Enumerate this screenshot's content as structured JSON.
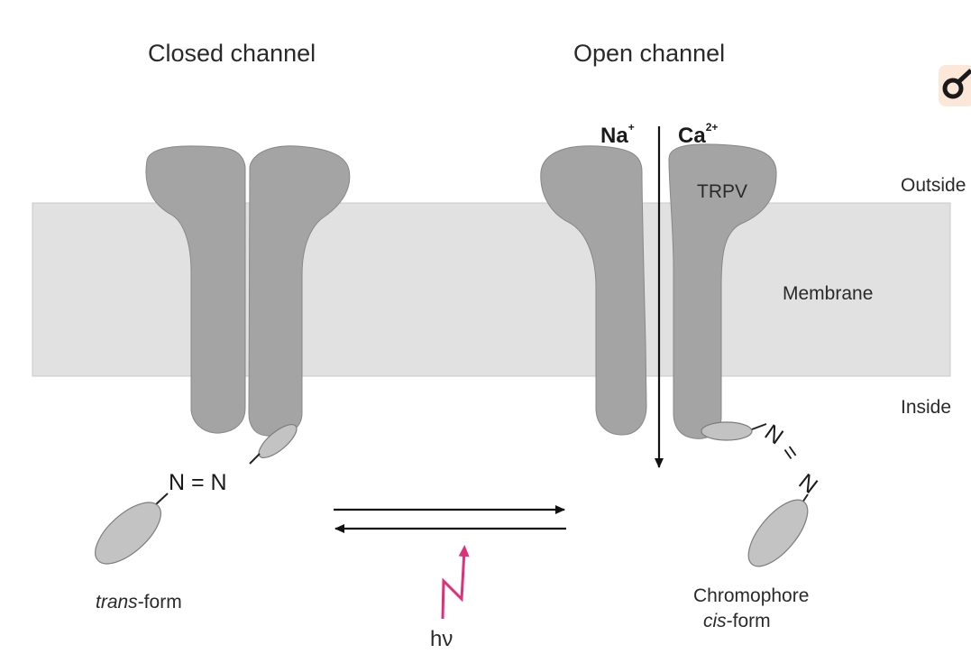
{
  "labels": {
    "closed_title": "Closed channel",
    "open_title": "Open channel",
    "outside": "Outside",
    "membrane": "Membrane",
    "inside": "Inside",
    "protein": "TRPV",
    "ion_na": "Na",
    "ion_na_sup": "+",
    "ion_ca": "Ca",
    "ion_ca_sup": "2+",
    "azo_trans": "N = N",
    "azo_cis_n1": "N",
    "azo_cis_eq": "=",
    "azo_cis_n2": "N",
    "trans_italic": "trans",
    "trans_rest": "-form",
    "chromophore": "Chromophore",
    "cis_italic": "cis",
    "cis_rest": "-form",
    "light": "hν"
  },
  "colors": {
    "membrane": "#e1e1e1",
    "protein": "#a4a4a4",
    "chromophore": "#c3c3c3",
    "light_arrow": "#e0307a",
    "logo": "#e8884a"
  },
  "icons": {
    "corner_logo": "male-symbol-icon"
  }
}
